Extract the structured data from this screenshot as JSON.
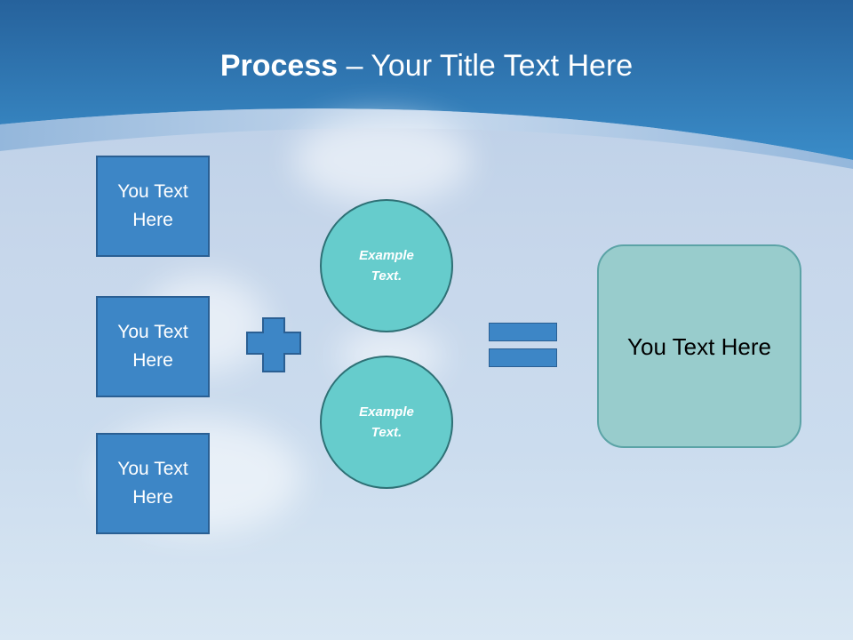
{
  "title": {
    "bold": "Process",
    "rest": " – Your Title Text Here"
  },
  "inputs": [
    {
      "label": "You Text Here"
    },
    {
      "label": "You Text Here"
    },
    {
      "label": "You Text Here"
    }
  ],
  "operands": [
    {
      "label": "Example Text."
    },
    {
      "label": "Example Text."
    }
  ],
  "operators": {
    "plus": "plus-sign-icon",
    "equals": "equals-sign-icon"
  },
  "result": {
    "label": "You Text Here"
  },
  "colors": {
    "header_dark": "#2a6aa6",
    "box_fill": "#3d86c6",
    "box_border": "#2a5f93",
    "circle_fill": "#66cccc",
    "circle_border": "#2e7075",
    "result_fill": "#98cccc",
    "result_border": "#5ba3a6"
  }
}
